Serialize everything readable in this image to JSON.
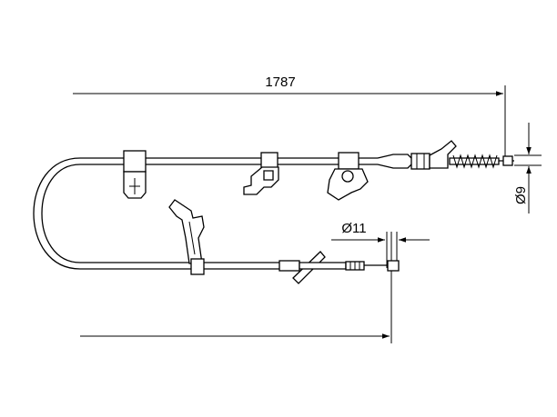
{
  "drawing": {
    "dimensions": {
      "overall_length": "1787",
      "end_fitting_diameter": "Ø11",
      "cable_diameter": "Ø9"
    },
    "colors": {
      "line": "#000000",
      "background": "#ffffff"
    }
  }
}
